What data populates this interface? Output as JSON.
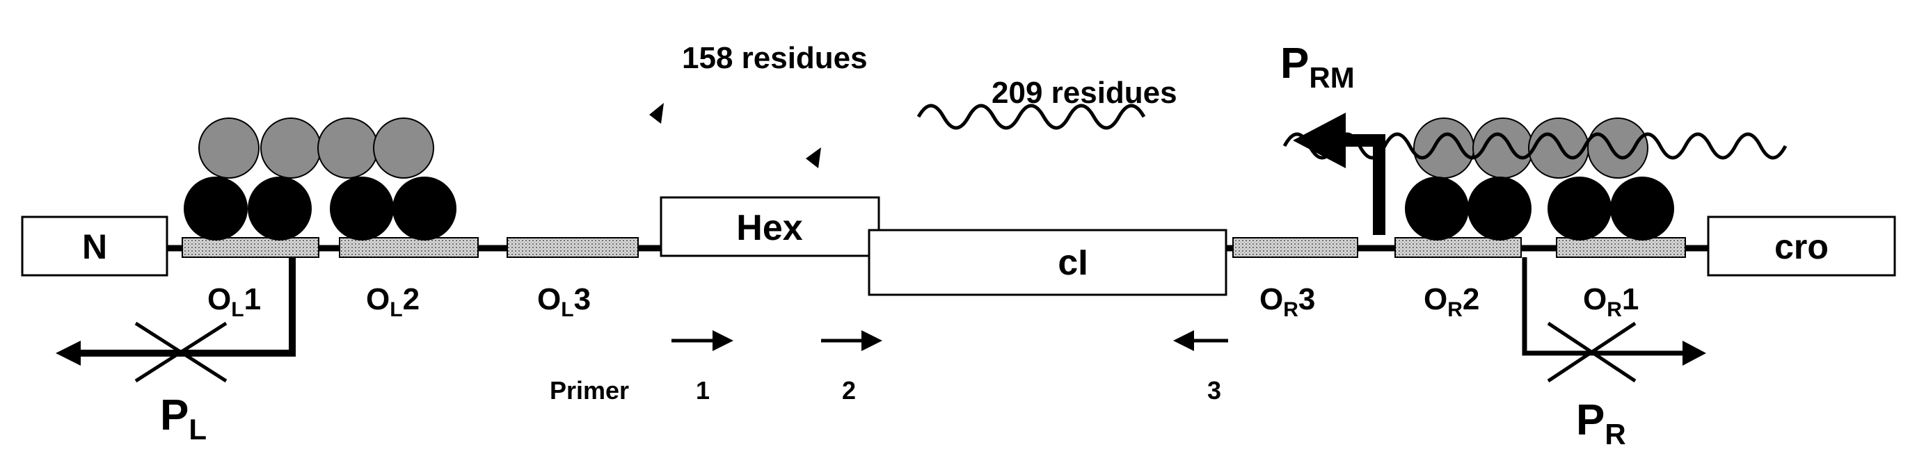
{
  "genes": {
    "n": "N",
    "cro": "cro",
    "hex": "Hex",
    "ci": "cI"
  },
  "operators": {
    "ol1": {
      "main": "O",
      "sub": "L",
      "num": "1"
    },
    "ol2": {
      "main": "O",
      "sub": "L",
      "num": "2"
    },
    "ol3": {
      "main": "O",
      "sub": "L",
      "num": "3"
    },
    "or1": {
      "main": "O",
      "sub": "R",
      "num": "1"
    },
    "or2": {
      "main": "O",
      "sub": "R",
      "num": "2"
    },
    "or3": {
      "main": "O",
      "sub": "R",
      "num": "3"
    }
  },
  "promoters": {
    "pl": {
      "main": "P",
      "sub": "L"
    },
    "pr": {
      "main": "P",
      "sub": "R"
    },
    "prm": {
      "main": "P",
      "sub": "RM"
    }
  },
  "transcripts": {
    "short": "158 residues",
    "long": "209 residues"
  },
  "primers": {
    "label": "Primer",
    "p1": "1",
    "p2": "2",
    "p3": "3"
  },
  "colors": {
    "dimer_top": "#8c8c8c",
    "dimer_bottom": "#000000",
    "operator_fill": "#c8c8c8"
  }
}
